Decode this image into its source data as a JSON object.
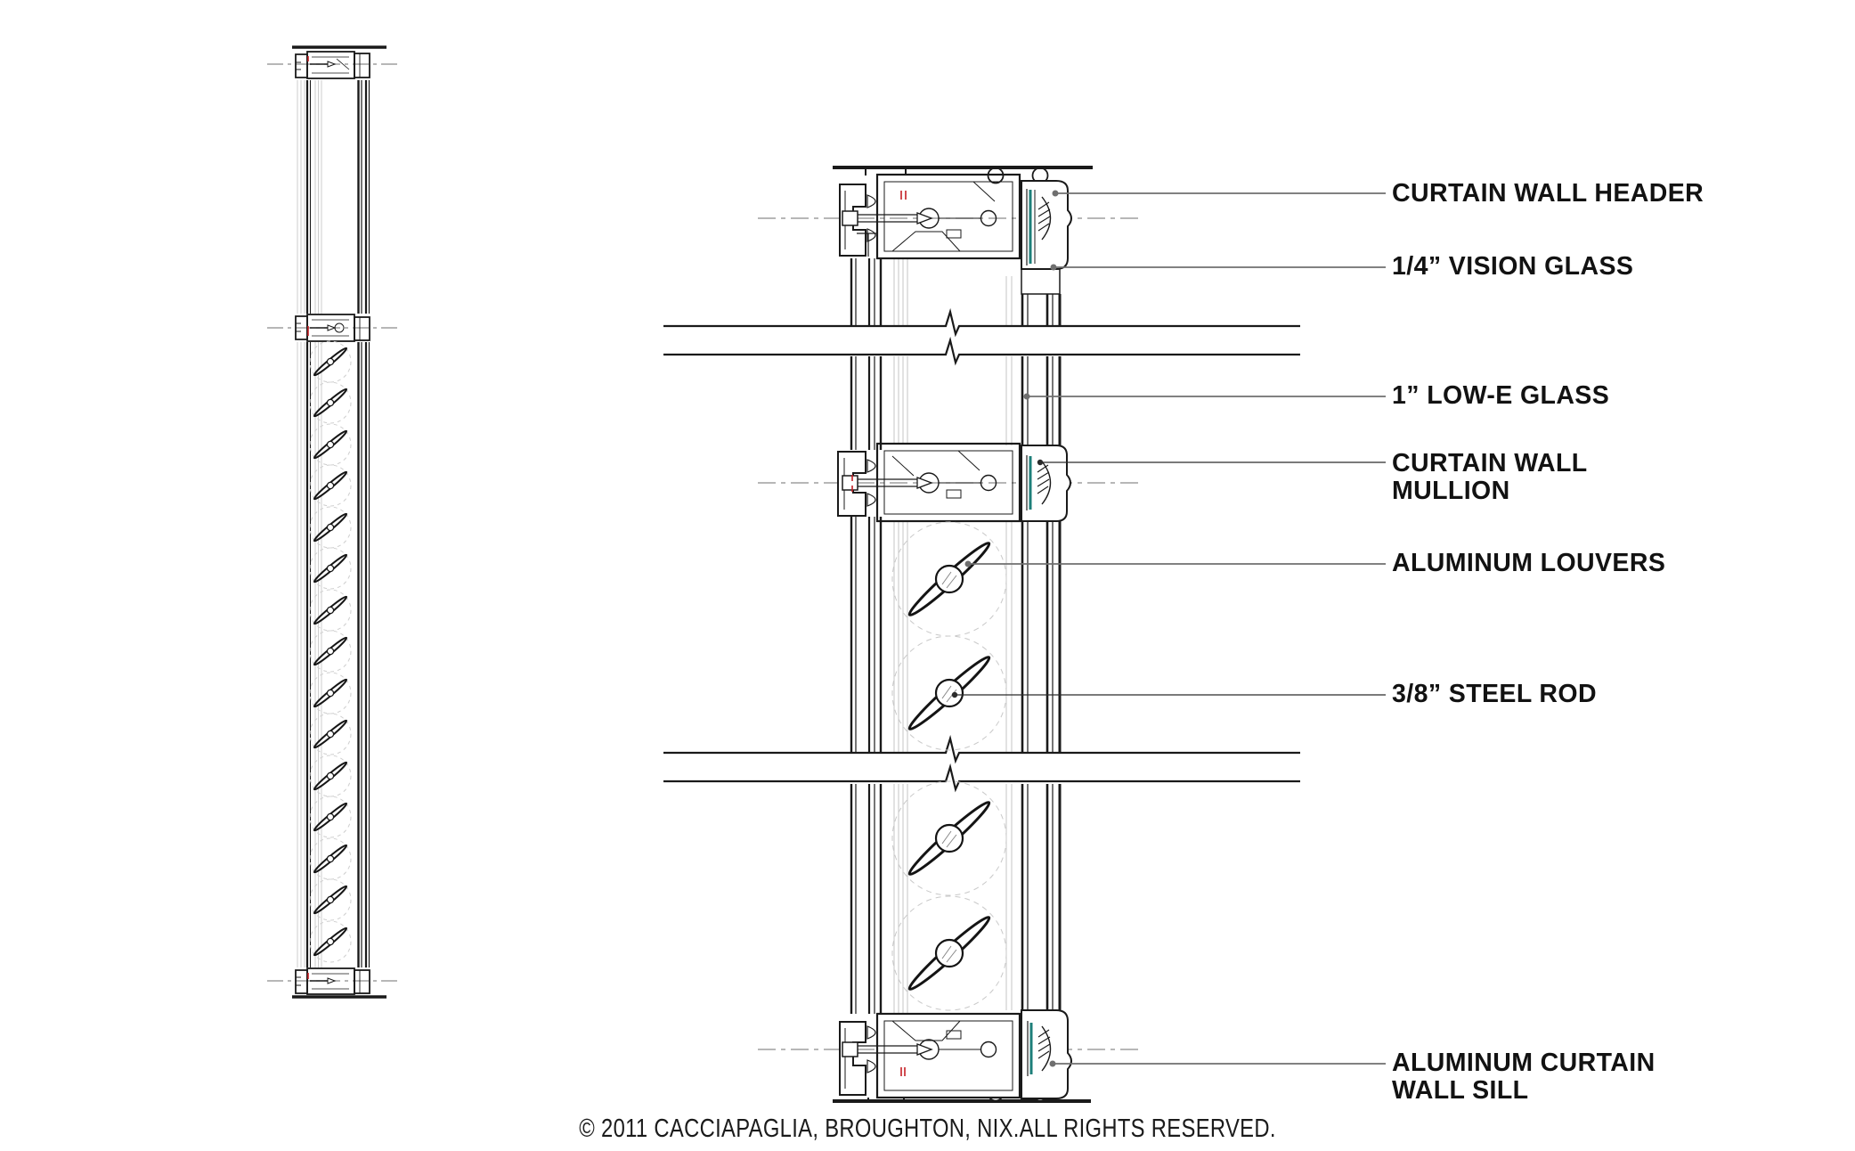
{
  "sheet": {
    "copyright": "© 2011 CACCIAPAGLIA, BROUGHTON, NIX.ALL RIGHTS RESERVED."
  },
  "callouts": [
    {
      "text": "CURTAIN WALL HEADER"
    },
    {
      "text": "1/4” VISION GLASS"
    },
    {
      "text": "1” LOW-E GLASS"
    },
    {
      "text": "CURTAIN WALL\nMULLION"
    },
    {
      "text": "ALUMINUM LOUVERS"
    },
    {
      "text": "3/8” STEEL ROD"
    },
    {
      "text": "ALUMINUM CURTAIN\nWALL SILL"
    }
  ],
  "colors": {
    "drawing_line": "#1a1a1a",
    "faint_line": "#c8c8c8",
    "centerline_gray": "#8c8c8c",
    "leader_gray": "#6f6f6f",
    "glass_teal": "#1e7f7a",
    "gasket_red": "#c41f25"
  }
}
